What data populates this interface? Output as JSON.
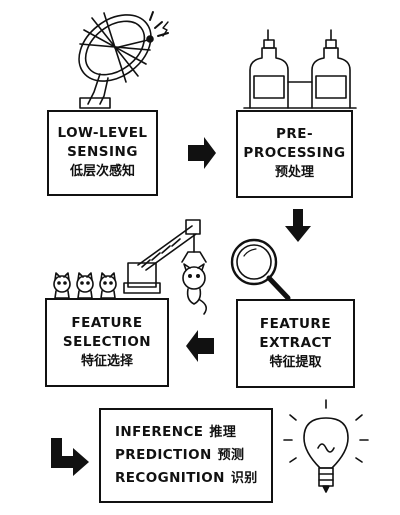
{
  "steps": [
    {
      "en_lines": [
        "LOW-LEVEL",
        "SENSING"
      ],
      "zh": "低层次感知"
    },
    {
      "en_lines": [
        "PRE-",
        "PROCESSING"
      ],
      "zh": "预处理"
    },
    {
      "en_lines": [
        "FEATURE",
        "EXTRACT"
      ],
      "zh": "特征提取"
    },
    {
      "en_lines": [
        "FEATURE",
        "SELECTION"
      ],
      "zh": "特征选择"
    }
  ],
  "final": [
    {
      "en": "INFERENCE",
      "zh": "推理"
    },
    {
      "en": "PREDICTION",
      "zh": "预测"
    },
    {
      "en": "RECOGNITION",
      "zh": "识别"
    }
  ],
  "icons": [
    "satellite-dish-icon",
    "reagent-bottles-icon",
    "magnifier-icon",
    "robot-crane-icon",
    "cat-toys-icon",
    "light-bulb-icon",
    "arrow-icon"
  ]
}
